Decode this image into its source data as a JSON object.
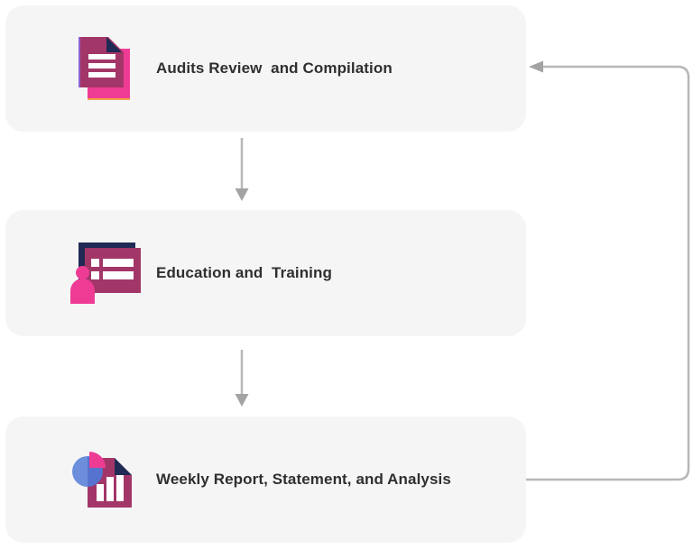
{
  "diagram": {
    "type": "flowchart",
    "direction": "top-down-with-feedback-loop",
    "steps": [
      {
        "label": "Audits Review  and Compilation",
        "icon": "stacked-documents-icon"
      },
      {
        "label": "Education and  Training",
        "icon": "trainer-presentation-icon"
      },
      {
        "label": "Weekly Report, Statement, and Analysis",
        "icon": "report-charts-icon"
      }
    ],
    "connectors": [
      {
        "from": "step-1",
        "to": "step-2",
        "style": "straight-arrow-down"
      },
      {
        "from": "step-2",
        "to": "step-3",
        "style": "straight-arrow-down"
      },
      {
        "from": "step-3",
        "to": "step-1",
        "style": "feedback-loop-right-side"
      }
    ]
  },
  "colors": {
    "page_background": "#ffffff",
    "box_background": "#f5f5f6",
    "label_text": "#2f2f2f",
    "connector_line": "#b7b7b7",
    "connector_arrowhead": "#a3a3a3",
    "icon_magenta": "#a33668",
    "icon_pink": "#ee3c95",
    "icon_navy": "#1f2b54",
    "icon_blue_light": "#6c8edb",
    "icon_blue_dark": "#5573cf",
    "icon_accent_orange": "#f2a14b",
    "icon_accent_purple": "#8a63d2",
    "icon_white": "#ffffff"
  }
}
